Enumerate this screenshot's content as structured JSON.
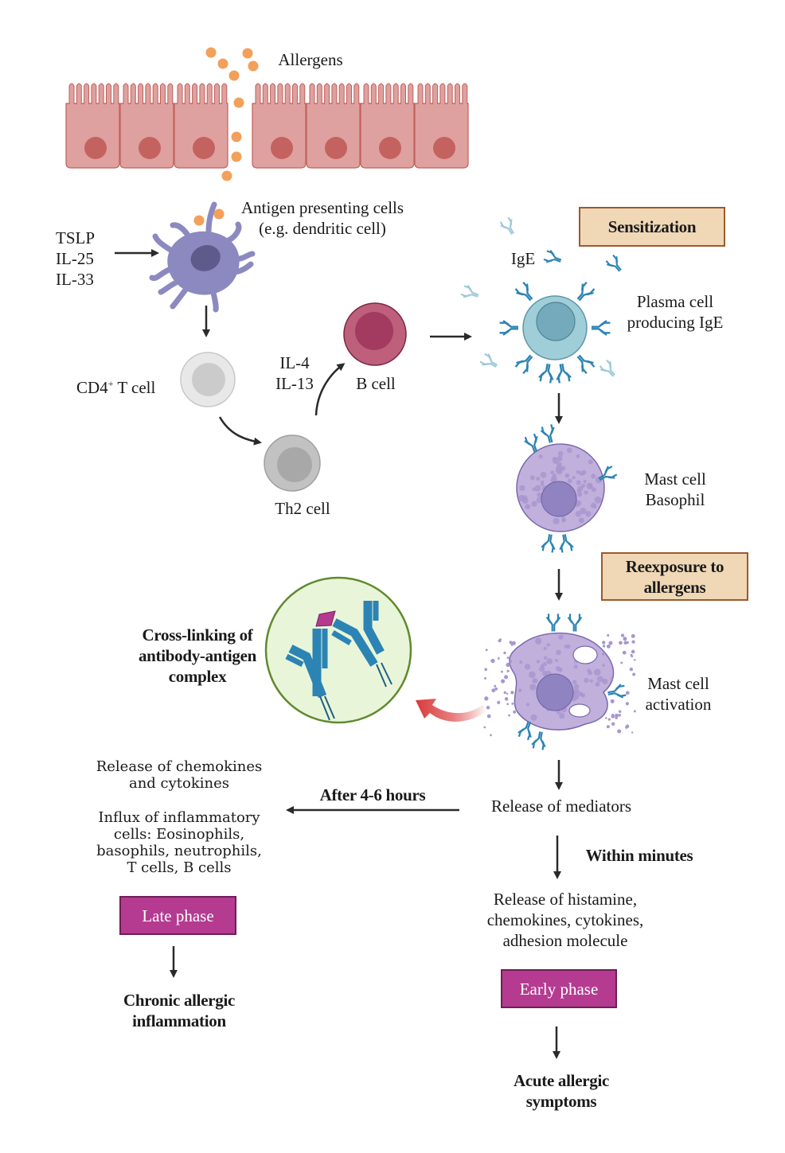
{
  "title": "Allergic response pathway: sensitization, reexposure, early and late phase",
  "labels": {
    "allergens": "Allergens",
    "apc": "Antigen presenting cells\n(e.g. dendritic cell)",
    "cytokines_in": "TSLP\nIL-25\nIL-33",
    "cd4": "CD4",
    "cd4_sup": "+",
    "cd4_suffix": " T cell",
    "th2": "Th2 cell",
    "il4_il13": "IL-4\nIL-13",
    "bcell": "B cell",
    "ige": "IgE",
    "plasma": "Plasma cell\nproducing IgE",
    "mast_basophil": "Mast cell\nBasophil",
    "mast_activation": "Mast cell\nactivation",
    "crosslink": "Cross-linking of\nantibody-antigen\ncomplex",
    "release_mediators": "Release of mediators",
    "after_hours": "After 4-6 hours",
    "within_minutes": "Within minutes",
    "late_release": "Release of chemokines\nand cytokines",
    "late_influx": "Influx of inflammatory\ncells: Eosinophils,\nbasophils, neutrophils,\nT cells, B cells",
    "early_release": "Release of histamine,\nchemokines, cytokines,\nadhesion molecule",
    "chronic": "Chronic allergic\ninflammation",
    "acute": "Acute allergic\nsymptoms"
  },
  "boxes": {
    "sensitization": "Sensitization",
    "reexposure": "Reexposure to\nallergens",
    "late_phase": "Late phase",
    "early_phase": "Early phase"
  },
  "colors": {
    "epithelium": "#dea19f",
    "epithelium_stroke": "#c0605c",
    "nucleus_epi": "#c4625f",
    "allergen": "#f2a05a",
    "dendritic": "#8c89c0",
    "dendritic_nucleus": "#5e5b8c",
    "tcell": "#e8e8e8",
    "th2": "#c2c2c2",
    "bcell": "#be5f7b",
    "bcell_nucleus": "#a33a60",
    "plasma": "#9fcdd8",
    "plasma_nucleus": "#74aabb",
    "antibody": "#2b84b3",
    "antibody_light": "#9cc9db",
    "mast": "#c1b0dc",
    "mast_nucleus": "#8f83c2",
    "granule": "#a897cf",
    "inset_fill": "#e9f5d8",
    "inset_stroke": "#5f8a2e",
    "antigen": "#b33a8f",
    "arrow": "#2a2a2a",
    "red_arrow": "#d9393a"
  }
}
